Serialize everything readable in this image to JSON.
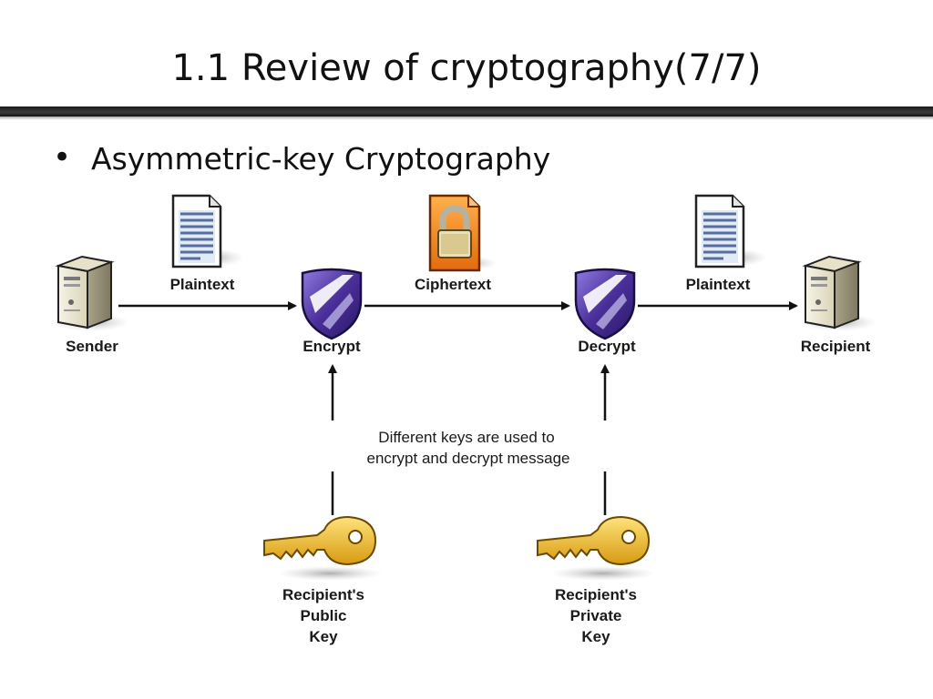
{
  "slide": {
    "title": "1.1 Review of cryptography(7/7)",
    "bullet": "Asymmetric-key Cryptography"
  },
  "diagram": {
    "nodes": {
      "sender": "Sender",
      "encrypt": "Encrypt",
      "decrypt": "Decrypt",
      "recipient": "Recipient"
    },
    "edges": {
      "plaintext_in": "Plaintext",
      "ciphertext": "Ciphertext",
      "plaintext_out": "Plaintext"
    },
    "note_lines": [
      "Different keys are used to",
      "encrypt and decrypt message"
    ],
    "keys": {
      "public": [
        "Recipient's",
        "Public",
        "Key"
      ],
      "private": [
        "Recipient's",
        "Private",
        "Key"
      ]
    },
    "colors": {
      "key_gold": "#f2c230",
      "shield_purple": "#5a3aa8",
      "lock_orange": "#f08a1e",
      "document_blue": "#a9c6ea"
    }
  }
}
